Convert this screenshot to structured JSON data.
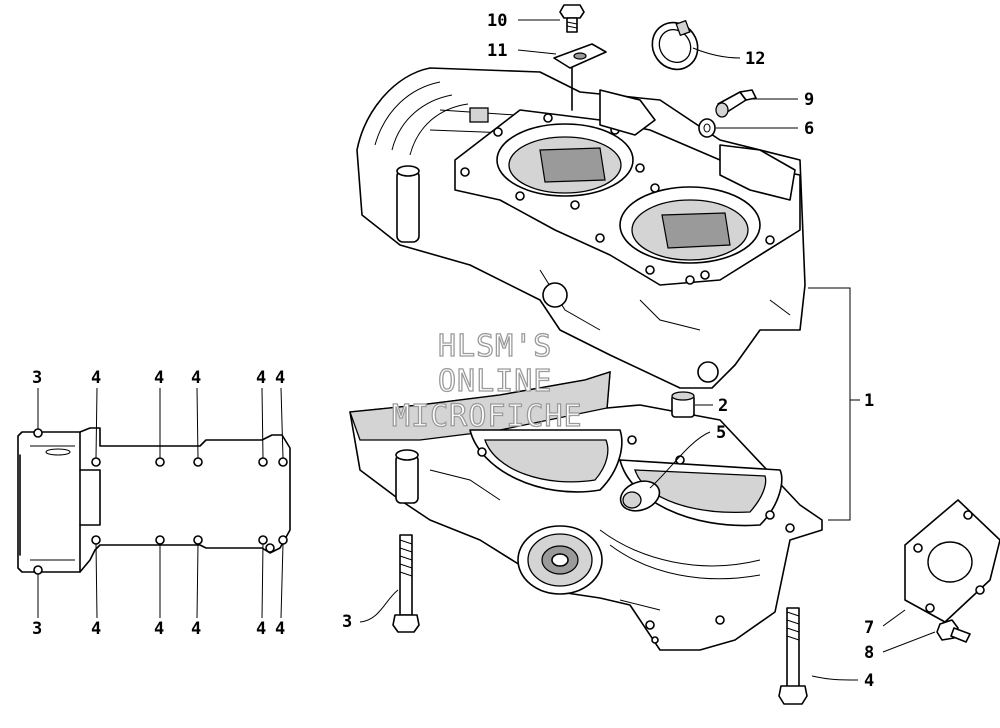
{
  "watermark": {
    "lines": [
      "HLSM'S",
      "ONLINE",
      "MICROFICHE"
    ]
  },
  "callouts": {
    "c1": "1",
    "c2": "2",
    "c3_bolt": "3",
    "c4_bolt": "4",
    "c5": "5",
    "c6": "6",
    "c7": "7",
    "c8": "8",
    "c9": "9",
    "c10": "10",
    "c11": "11",
    "c12": "12"
  },
  "bolt_pattern": {
    "top": [
      "3",
      "4",
      "4",
      "4",
      "4",
      "4"
    ],
    "bottom": [
      "3",
      "4",
      "4",
      "4",
      "4",
      "4"
    ]
  }
}
